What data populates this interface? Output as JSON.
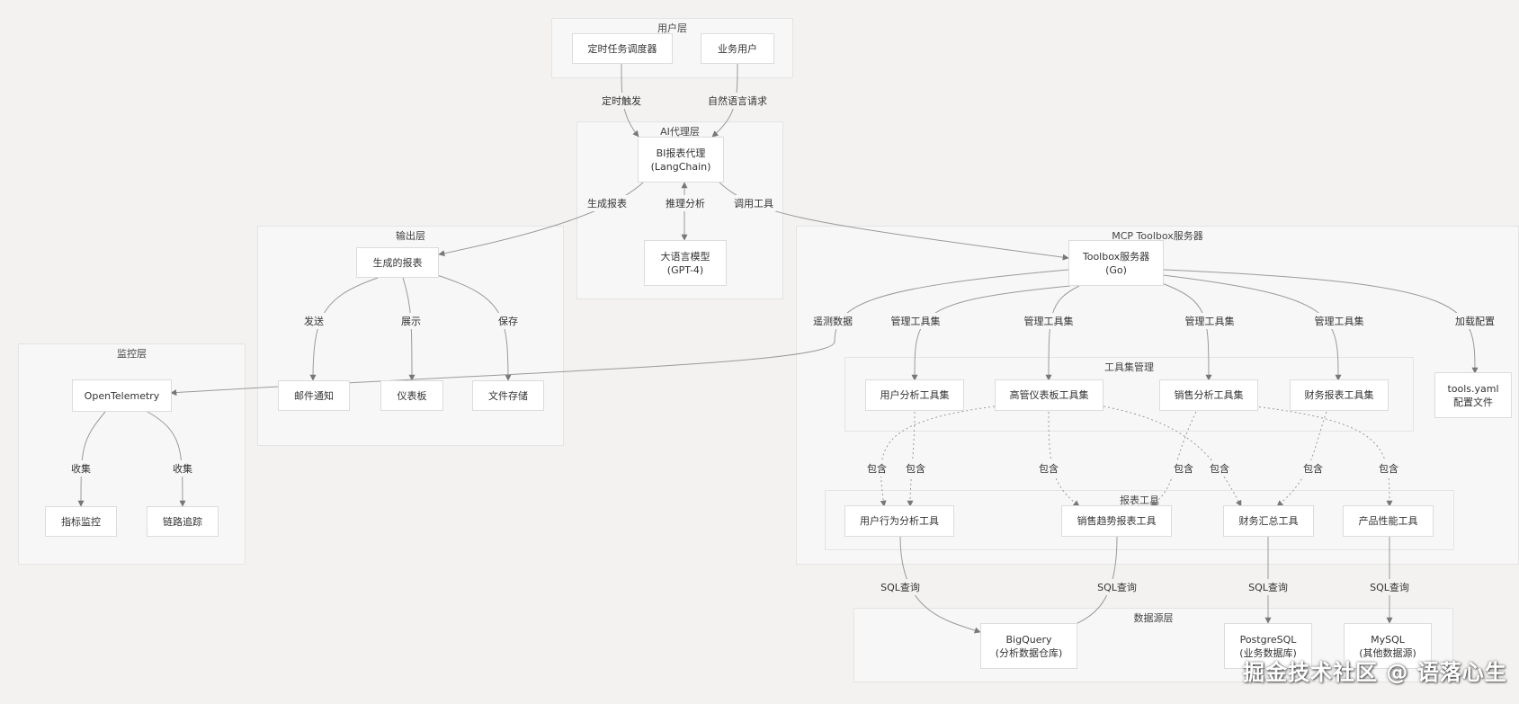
{
  "groups": {
    "user_layer": "用户层",
    "ai_layer": "AI代理层",
    "output_layer": "输出层",
    "mcp_server": "MCP Toolbox服务器",
    "monitor_layer": "监控层",
    "toolset_mgmt": "工具集管理",
    "report_tools": "报表工具",
    "datasource_layer": "数据源层"
  },
  "nodes": {
    "scheduler": "定时任务调度器",
    "biz_user": "业务用户",
    "bi_agent": [
      "BI报表代理",
      "(LangChain)"
    ],
    "llm": [
      "大语言模型",
      "(GPT-4)"
    ],
    "generated_report": "生成的报表",
    "email": "邮件通知",
    "dashboard": "仪表板",
    "file_storage": "文件存储",
    "toolbox_server": [
      "Toolbox服务器",
      "(Go)"
    ],
    "tools_yaml": [
      "tools.yaml",
      "配置文件"
    ],
    "opentelemetry": "OpenTelemetry",
    "metrics": "指标监控",
    "tracing": "链路追踪",
    "user_toolset": "用户分析工具集",
    "exec_toolset": "高管仪表板工具集",
    "sales_toolset": "销售分析工具集",
    "finance_toolset": "财务报表工具集",
    "user_behavior_tool": "用户行为分析工具",
    "sales_trend_tool": "销售趋势报表工具",
    "finance_summary_tool": "财务汇总工具",
    "product_perf_tool": "产品性能工具",
    "bigquery": [
      "BigQuery",
      "(分析数据仓库)"
    ],
    "postgresql": [
      "PostgreSQL",
      "(业务数据库)"
    ],
    "mysql": [
      "MySQL",
      "(其他数据源)"
    ]
  },
  "edge_labels": {
    "timed_trigger": "定时触发",
    "nl_request": "自然语言请求",
    "gen_report": "生成报表",
    "reasoning": "推理分析",
    "call_tools": "调用工具",
    "send": "发送",
    "display": "展示",
    "save": "保存",
    "telemetry": "遥测数据",
    "manage_toolset": "管理工具集",
    "load_config": "加载配置",
    "collect": "收集",
    "contains": "包含",
    "sql_query": "SQL查询"
  },
  "watermark": "掘金技术社区 @ 语落心生"
}
